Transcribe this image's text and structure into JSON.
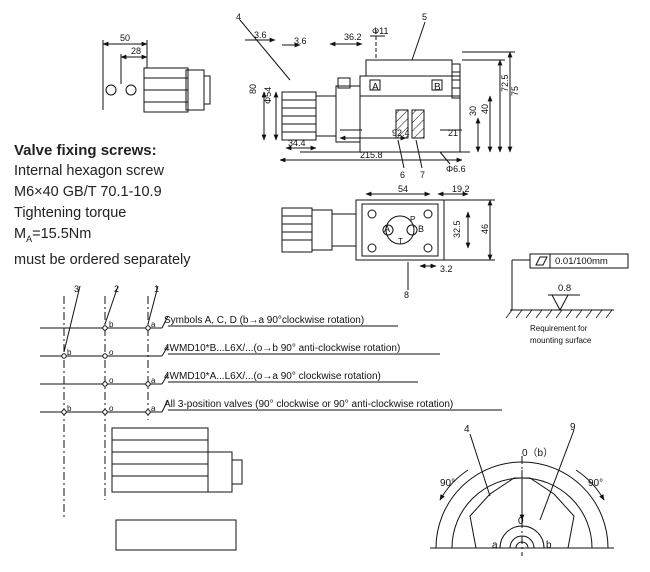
{
  "notes": {
    "heading": "Valve fixing screws:",
    "line1": "Internal hexagon screw",
    "line2": "M6×40  GB/T 70.1-10.9",
    "line3": "Tightening torque",
    "torque_symbol": "M",
    "torque_sub": "A",
    "torque_value": "=15.5Nm",
    "line5": "must be ordered separately"
  },
  "front_view": {
    "dims": {
      "d50": "50",
      "d28": "28",
      "d3_6a": "3.6",
      "d3_6b": "3.6",
      "d36_2": "36.2",
      "phi11": "Φ11",
      "d80": "80",
      "phi54": "Φ54",
      "d34_4": "34.4",
      "d92_4": "92.4",
      "d215_8": "215.8",
      "d72_5": "72.5",
      "d75": "75",
      "d30": "30",
      "d40": "40",
      "d21": "21",
      "phi6_6": "Φ6.6"
    },
    "callouts": {
      "c4": "4",
      "c5": "5",
      "c6": "6",
      "c7": "7"
    },
    "port_a": "A",
    "port_b": "B"
  },
  "plan_view": {
    "dims": {
      "d54": "54",
      "d19_2": "19.2",
      "d32_5": "32.5",
      "d46": "46",
      "d3_2": "3.2"
    },
    "callout8": "8",
    "ports": {
      "a": "A",
      "b": "B",
      "p": "P",
      "t": "T"
    }
  },
  "surface_req": {
    "flatness": "0.01/100mm",
    "roughness": "0.8",
    "caption1": "Requirement for",
    "caption2": "mounting surface"
  },
  "rotation_table": {
    "callouts": [
      "3",
      "2",
      "1"
    ],
    "rows": [
      {
        "text": "Symbols A, C, D (b→a 90°clockwise rotation)"
      },
      {
        "text": "4WMD10*B...L6X/...(o→b 90° anti-clockwise rotation)"
      },
      {
        "text": "4WMD10*A...L6X/...(o→a 90° clockwise rotation)"
      },
      {
        "text": "All 3-position valves (90° clockwise or 90° anti-clockwise rotation)"
      }
    ],
    "letters": {
      "a": "a",
      "b": "b",
      "o": "o"
    }
  },
  "dial": {
    "callout4": "4",
    "callout9": "9",
    "top_label": "0（b）",
    "left_angle": "90°",
    "right_angle": "90°",
    "zero": "0",
    "a": "a",
    "b": "b"
  }
}
